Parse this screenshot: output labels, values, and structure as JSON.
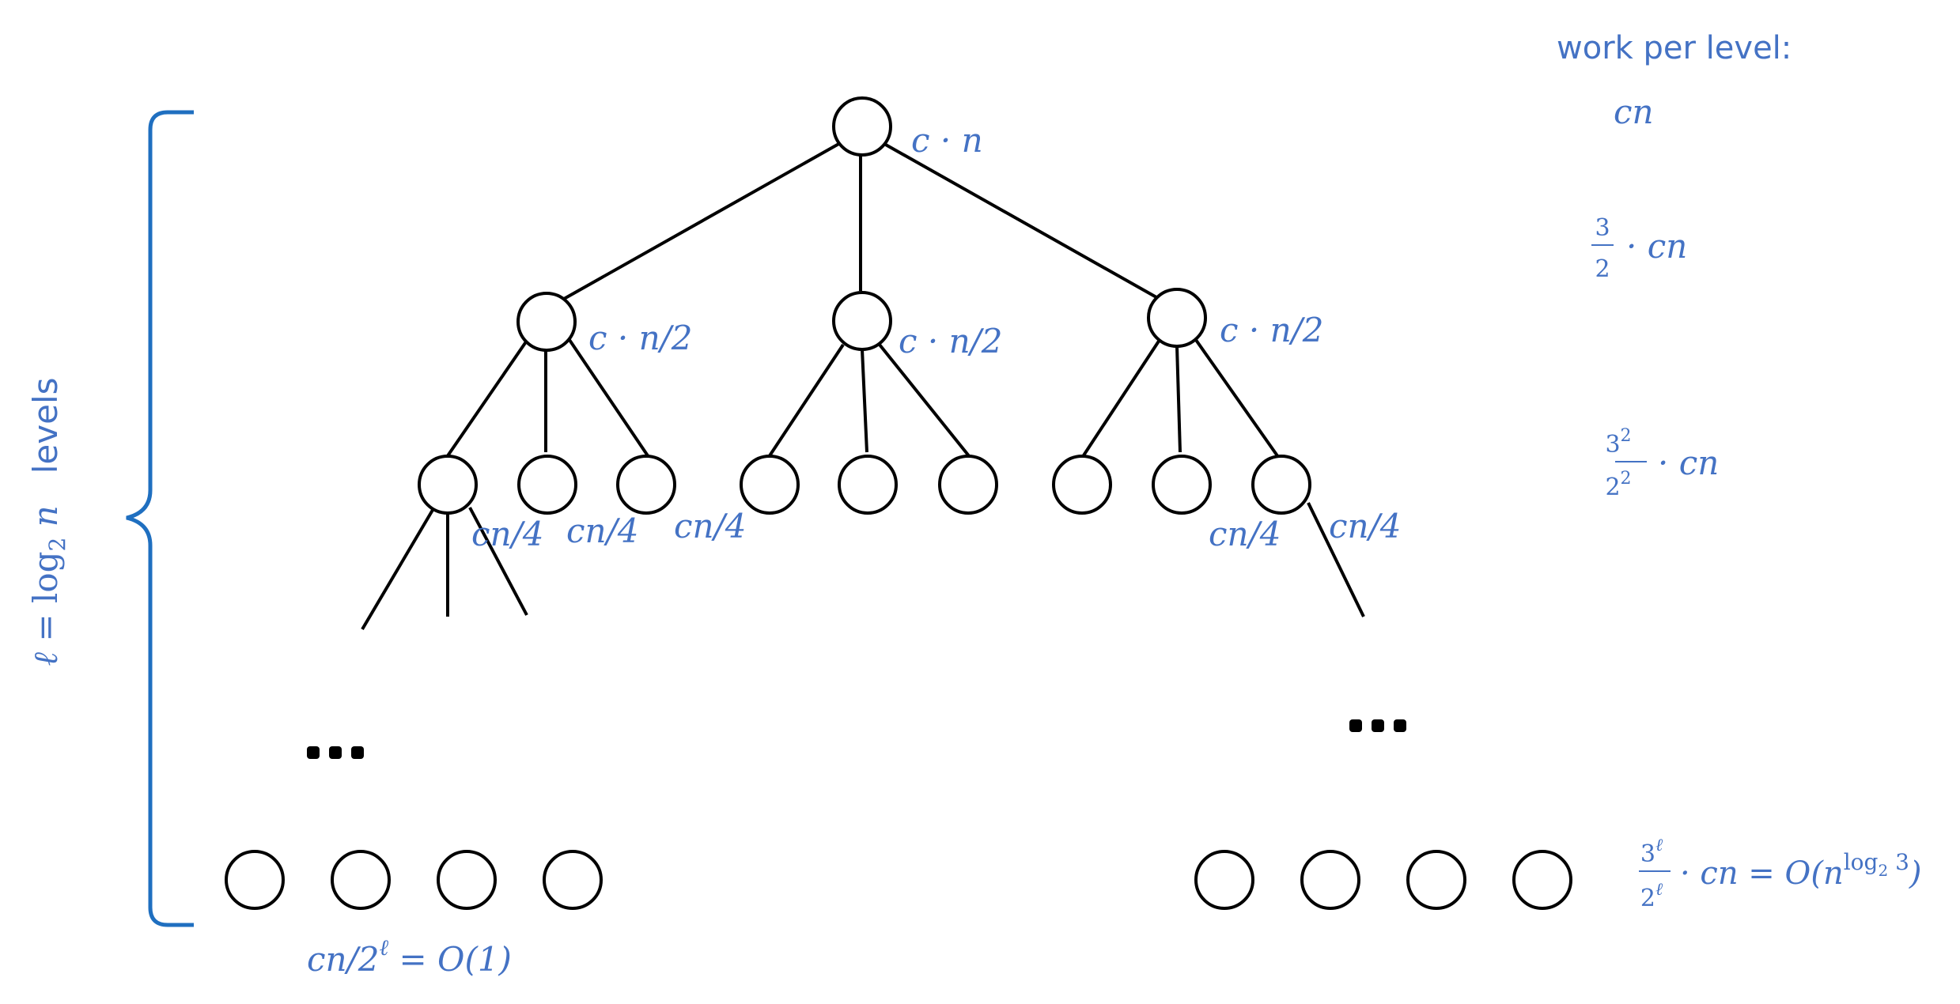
{
  "header": {
    "work_per_level": "work per level:"
  },
  "levels_label": {
    "ell": "ℓ",
    "eq": " = log",
    "sub": "2",
    "n": " n",
    "levels": "levels"
  },
  "node_labels": {
    "root": "c · n",
    "child_left": "c · n/2",
    "child_mid": "c · n/2",
    "child_right": "c · n/2",
    "gc_1": "cn/4",
    "gc_2": "cn/4",
    "gc_3": "cn/4",
    "gc_8": "cn/4",
    "gc_9": "cn/4"
  },
  "leaf_label": {
    "prefix": "cn/2",
    "sup": "ℓ",
    "suffix": " = O(1)"
  },
  "work": {
    "level0": "cn",
    "level1": {
      "num": "3",
      "den": "2",
      "rest": "· cn"
    },
    "level2": {
      "num": "3",
      "num_sup": "2",
      "den": "2",
      "den_sup": "2",
      "rest": "· cn"
    },
    "last": {
      "num": "3",
      "num_sup": "ℓ",
      "den": "2",
      "den_sup": "ℓ",
      "rest": "· cn = O(n",
      "exp": "log",
      "exp_sub": "2",
      "exp_tail": " 3",
      "close": ")"
    }
  },
  "ellipsis": "..."
}
